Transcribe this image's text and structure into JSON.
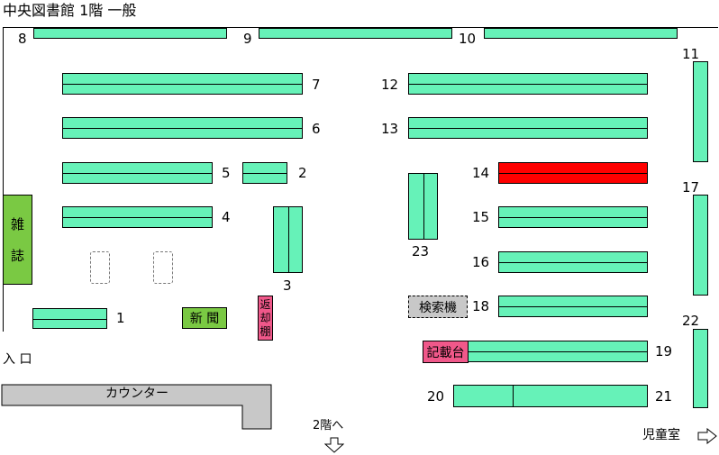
{
  "title": "中央図書館 1階 一般",
  "colors": {
    "shelf": "#66f2b8",
    "highlight": "#ff0000",
    "magazine": "#7ac943",
    "newspaper": "#7ac943",
    "return_shelf": "#f0588a",
    "writing_desk": "#f0588a",
    "search_terminal": "#c8c8c8",
    "counter": "#c8c8c8"
  },
  "shelves": {
    "s1": "1",
    "s2": "2",
    "s3": "3",
    "s4": "4",
    "s5": "5",
    "s6": "6",
    "s7": "7",
    "s8": "8",
    "s9": "9",
    "s10": "10",
    "s11": "11",
    "s12": "12",
    "s13": "13",
    "s14": "14",
    "s15": "15",
    "s16": "16",
    "s17": "17",
    "s18": "18",
    "s19": "19",
    "s20": "20",
    "s21": "21",
    "s22": "22",
    "s23": "23"
  },
  "highlighted_shelf": "14",
  "areas": {
    "magazine_top": "雑",
    "magazine_bottom": "誌",
    "newspaper": "新 聞",
    "return_top": "返",
    "return_mid": "却",
    "return_bottom": "棚",
    "search_terminal": "検索機",
    "writing_desk": "記載台",
    "counter": "カウンター"
  },
  "labels": {
    "entrance": "入 口",
    "second_floor": "2階へ",
    "children_room": "児童室"
  },
  "icons": {
    "down_arrow": "down-arrow-icon",
    "right_arrow": "right-arrow-icon"
  }
}
